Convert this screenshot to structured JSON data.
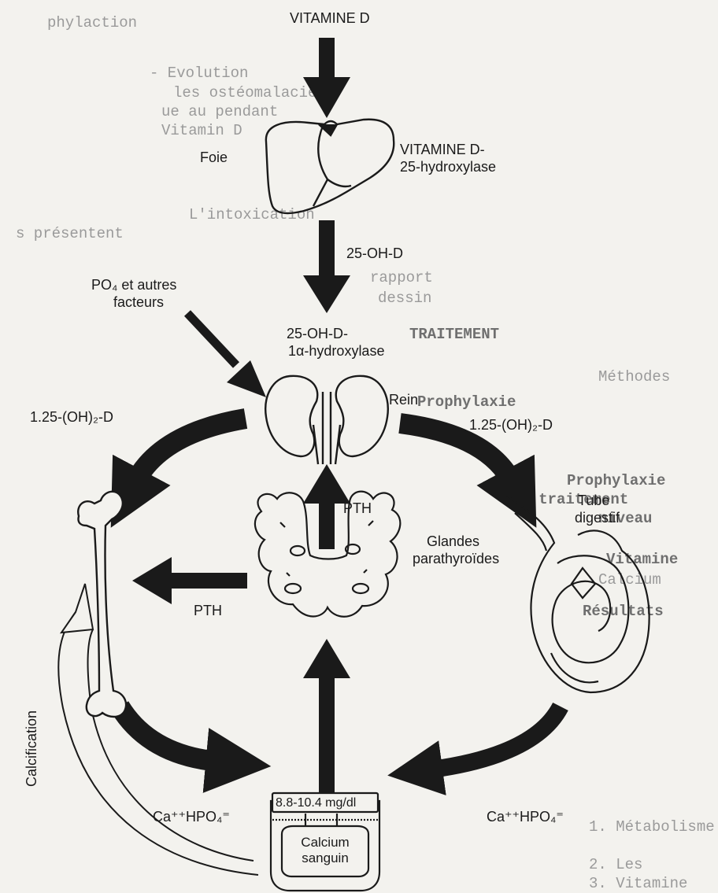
{
  "diagram": {
    "top_label": "VITAMINE D",
    "liver_label": "Foie",
    "liver_enzyme_line1": "VITAMINE D-",
    "liver_enzyme_line2": "25-hydroxylase",
    "arrow_25ohd": "25-OH-D",
    "phosphate_line1": "PO₄ et autres",
    "phosphate_line2": "facteurs",
    "kidney_enzyme_line1": "25-OH-D-",
    "kidney_enzyme_line2": "1α-hydroxylase",
    "kidney_label": "Rein",
    "left_125": "1.25-(OH)₂-D",
    "right_125": "1.25-(OH)₂-D",
    "tube_line1": "Tube",
    "tube_line2": "digestif",
    "pth_up": "PTH",
    "glands_line1": "Glandes",
    "glands_line2": "parathyroïdes",
    "pth_left": "PTH",
    "calcification": "Calcification",
    "blood_range": "8.8-10.4 mg/dl",
    "blood_line1": "Calcium",
    "blood_line2": "sanguin",
    "ca_left": "Ca⁺⁺HPO₄⁼",
    "ca_right": "Ca⁺⁺HPO₄⁼"
  },
  "background_text": [
    "phylaction",
    "- Evolution",
    "les ostéomalacies",
    "ue au pendant",
    "Vitamin D",
    "L'intoxication",
    "s présentent",
    "rapport",
    "dessin",
    "TRAITEMENT",
    "Méthodes",
    "Prophylaxie",
    "Prophylaxie",
    "Le traitement",
    "niveau",
    "Vitamine",
    "Calcium",
    "Résultats",
    "1. Métabolisme",
    "2. Les",
    "3. Vitamine"
  ],
  "colors": {
    "ink": "#1a1a1a",
    "paper": "#f3f2ee",
    "faded_text": "#9a9a9a"
  }
}
